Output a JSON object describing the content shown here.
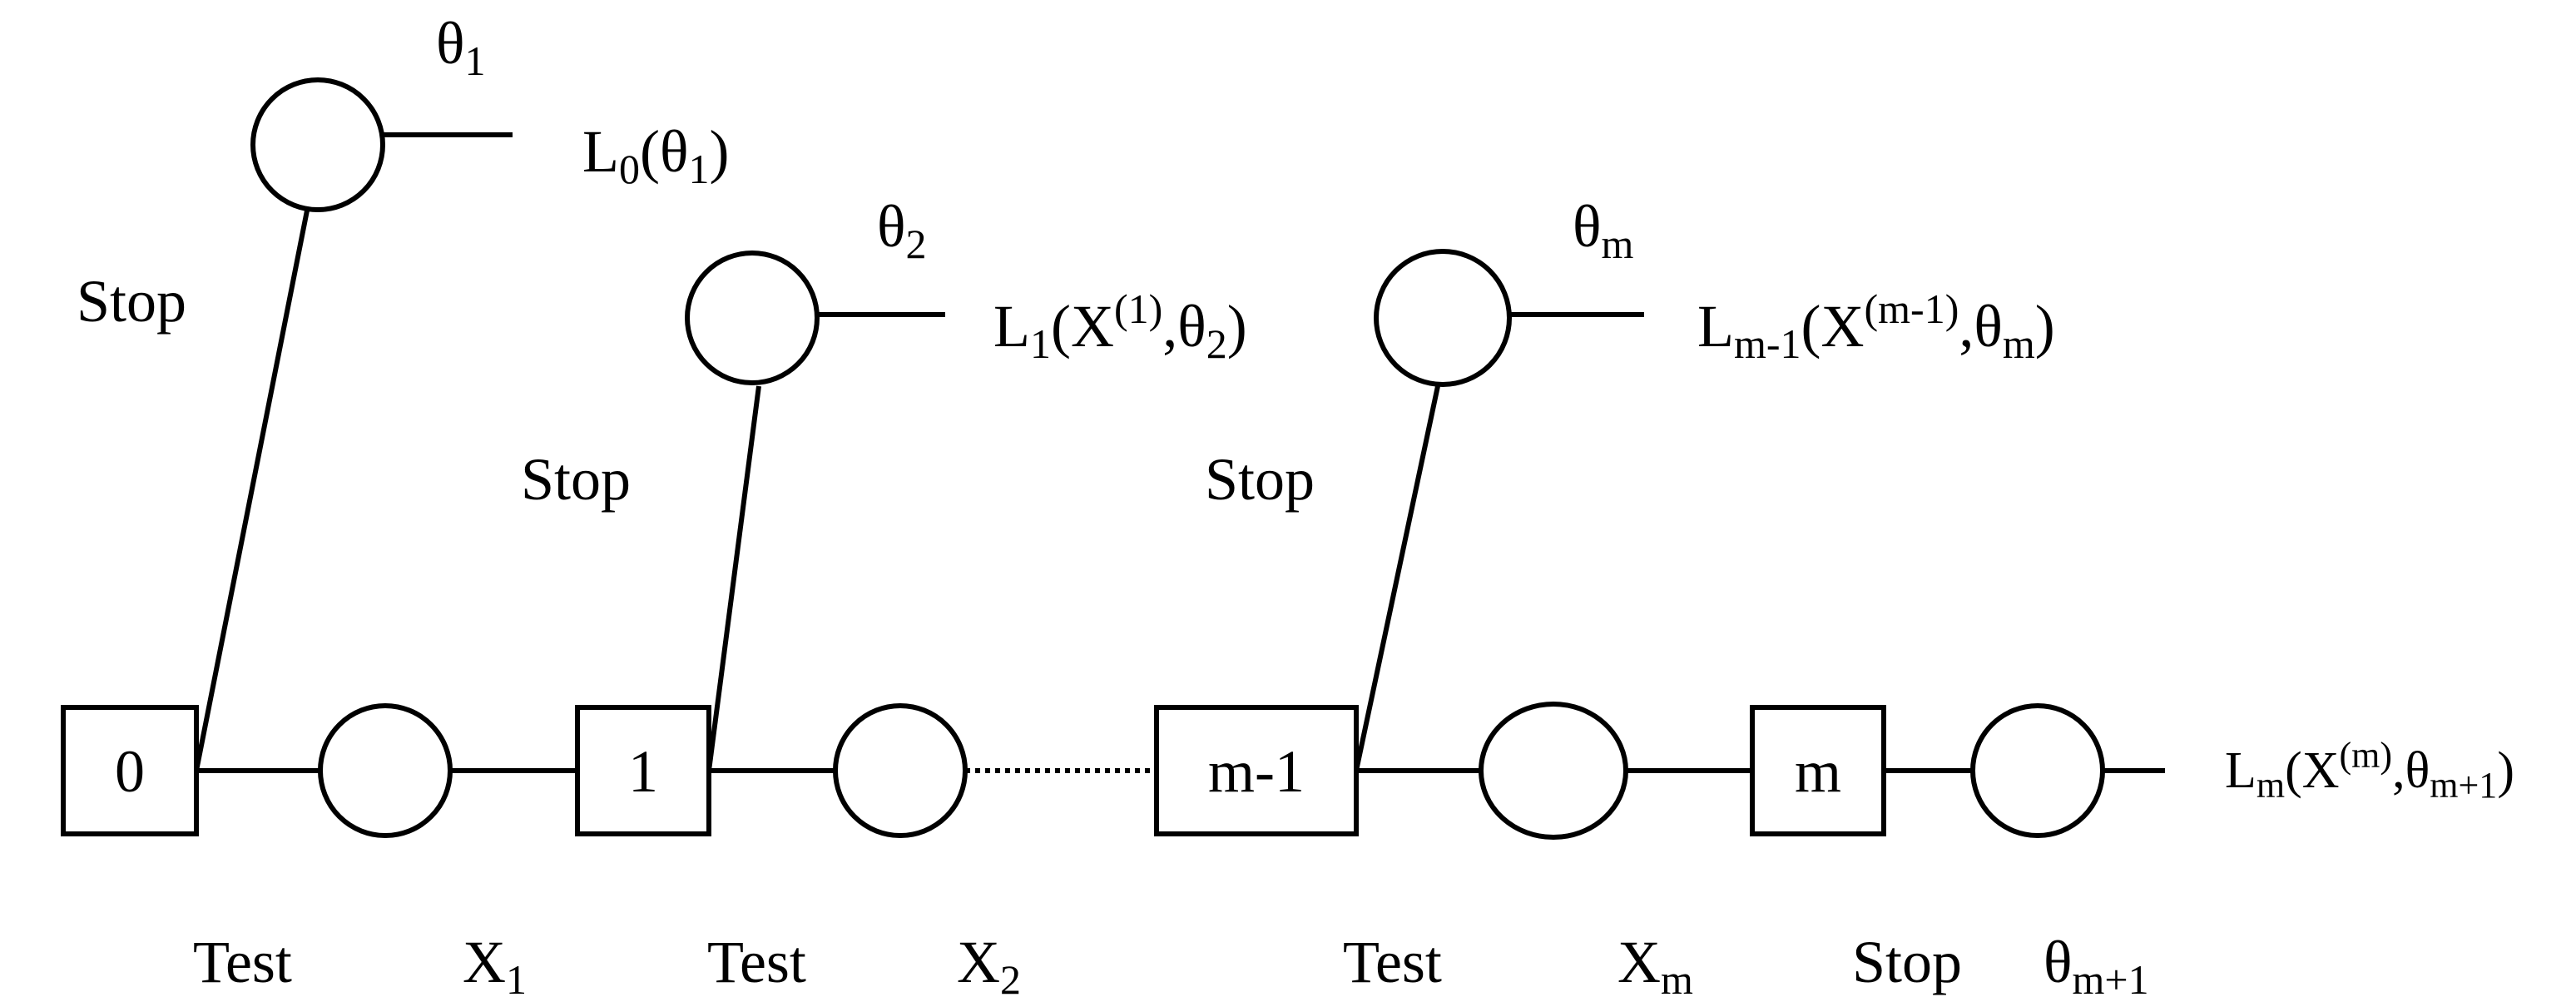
{
  "decisions": [
    "0",
    "1",
    "m-1",
    "m"
  ],
  "labels": {
    "stop": "Stop",
    "test": "Test",
    "x1": "X",
    "x1_sub": "1",
    "x2": "X",
    "x2_sub": "2",
    "xm": "X",
    "xm_sub": "m",
    "theta": "θ",
    "t1_sub": "1",
    "t2_sub": "2",
    "tm_sub": "m",
    "tm1_sub": "m+1",
    "L": "L",
    "L0_sub": "0",
    "L0_arg_pre": "(θ",
    "L0_arg_sub": "1",
    "L0_arg_post": ")",
    "L1_sub": "1",
    "L1_arg_pre": "(X",
    "L1_arg_sup": "(1)",
    "L1_arg_mid": ",θ",
    "L1_arg_sub": "2",
    "L1_arg_post": ")",
    "Lm1_sub": "m-1",
    "Lm1_arg_pre": "(X",
    "Lm1_arg_sup": "(m-1)",
    "Lm1_arg_mid": ",θ",
    "Lm1_arg_sub": "m",
    "Lm1_arg_post": ")",
    "Lm_sub": "m",
    "Lm_arg_pre": "(X",
    "Lm_arg_sup": "(m)",
    "Lm_arg_mid": ",θ",
    "Lm_arg_sub": "m+1",
    "Lm_arg_post": ")"
  }
}
